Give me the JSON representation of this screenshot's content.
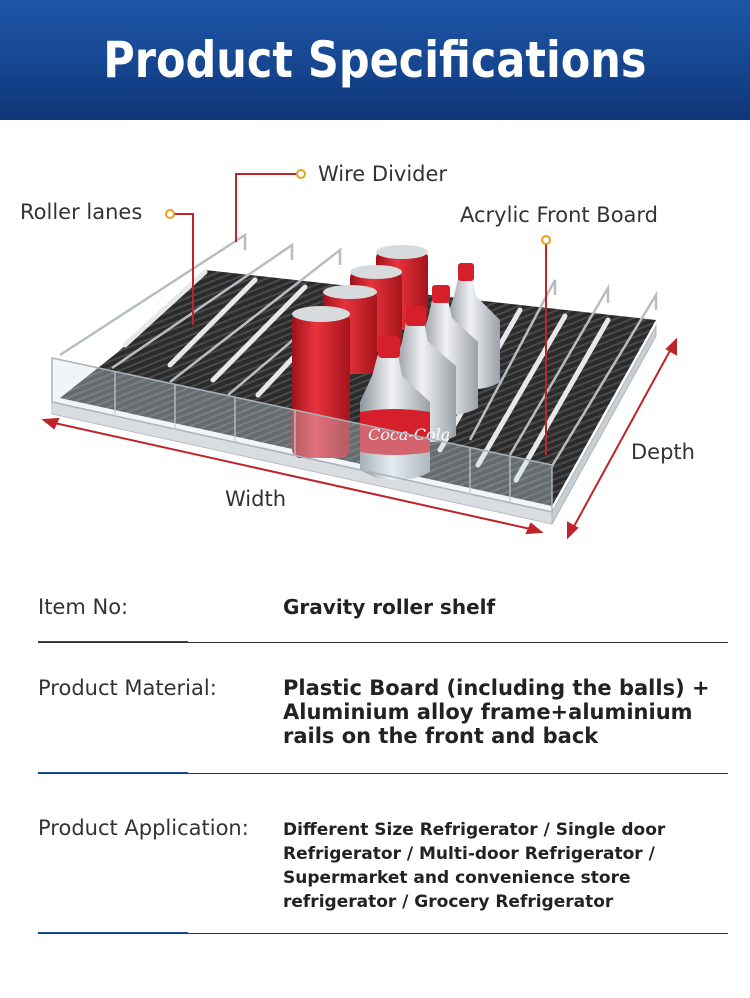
{
  "header": {
    "title": "Product Specifications"
  },
  "diagram": {
    "callouts": {
      "roller_lanes": "Roller lanes",
      "wire_divider": "Wire Divider",
      "acrylic_front_board": "Acrylic Front Board",
      "depth": "Depth",
      "width": "Width"
    },
    "can_brand": "Coca-Cola",
    "colors": {
      "accent_red": "#c0242b",
      "can_red": "#d51f2a",
      "mat_black": "#2b2b2b",
      "header_blue": "#164690"
    }
  },
  "specs": [
    {
      "label": "Item No:",
      "value": "Gravity roller shelf"
    },
    {
      "label": "Product Material:",
      "value_lines": [
        "Plastic Board (including the balls) +",
        "Aluminium alloy frame+aluminium",
        "rails on the front and back"
      ]
    },
    {
      "label": "Product Application:",
      "value_lines": [
        "Different Size Refrigerator  / Single door",
        "Refrigerator / Multi-door Refrigerator /",
        "Supermarket and convenience store",
        "refrigerator / Grocery Refrigerator"
      ]
    }
  ]
}
